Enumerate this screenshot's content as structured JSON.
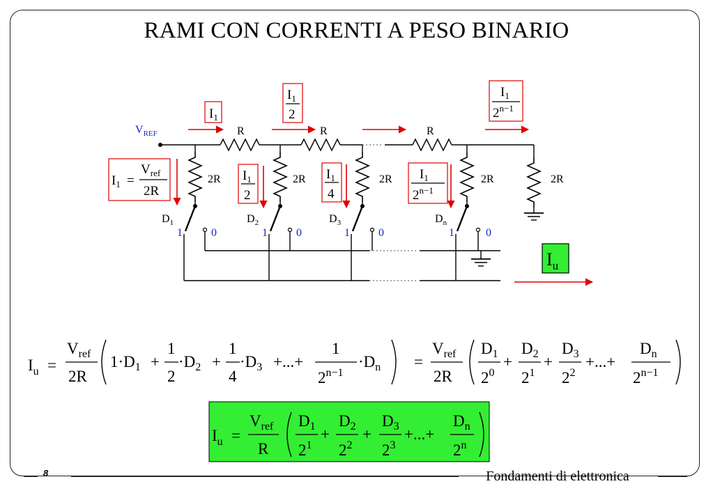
{
  "title": "RAMI CON CORRENTI A PESO BINARIO",
  "footer": {
    "page_number": "8",
    "course": "Fondamenti di elettronica"
  },
  "colors": {
    "arrow": "#e00000",
    "label": "#1428c8",
    "highlight": "#33ee33",
    "wire": "#000000"
  },
  "circuit": {
    "vref_label": "V",
    "vref_sub": "REF",
    "series_resistor": "R",
    "shunt_resistor": "2R",
    "digit_labels": [
      "D",
      "D",
      "D",
      "D"
    ],
    "digit_subs": [
      "1",
      "2",
      "3",
      "n"
    ],
    "switch_one": "1",
    "switch_zero": "0",
    "output_current": "I",
    "output_sub": "u",
    "current_main": "I",
    "current_main_sub": "1",
    "branch_fraction_num": "I",
    "branch_fraction_num_sub": "1",
    "branch_den": [
      "2",
      "4"
    ],
    "den_pow_base": "2",
    "den_pow_exp": "n−1",
    "i1_eq_num": "V",
    "i1_eq_num_sub": "ref",
    "i1_eq_den": "2R"
  },
  "formula1": {
    "lhs": "I",
    "lhs_sub": "u",
    "eq": "=",
    "frac_num": "V",
    "frac_num_sub": "ref",
    "frac_den": "2R",
    "term1": "1·D",
    "term1_sub": "1",
    "plus": "+",
    "c2_num": "1",
    "c2_den": "2",
    "t2": "·D",
    "t2_sub": "2",
    "c3_num": "1",
    "c3_den": "4",
    "t3": "·D",
    "t3_sub": "3",
    "dots": "+...+",
    "cn_num": "1",
    "cn_den_base": "2",
    "cn_den_exp": "n−1",
    "tn": "·D",
    "tn_sub": "n",
    "eq2": "=",
    "frac2_num": "V",
    "frac2_num_sub": "ref",
    "frac2_den": "2R",
    "d_num": "D",
    "d_subs": [
      "1",
      "2",
      "3",
      "n"
    ],
    "d_exps": [
      "0",
      "1",
      "2",
      "n−1"
    ]
  },
  "formula2": {
    "lhs": "I",
    "lhs_sub": "u",
    "eq": "=",
    "frac_num": "V",
    "frac_num_sub": "ref",
    "frac_den": "R",
    "d_num": "D",
    "d_subs": [
      "1",
      "2",
      "3",
      "n"
    ],
    "den_base": "2",
    "d_exps": [
      "1",
      "2",
      "3",
      "n"
    ]
  }
}
